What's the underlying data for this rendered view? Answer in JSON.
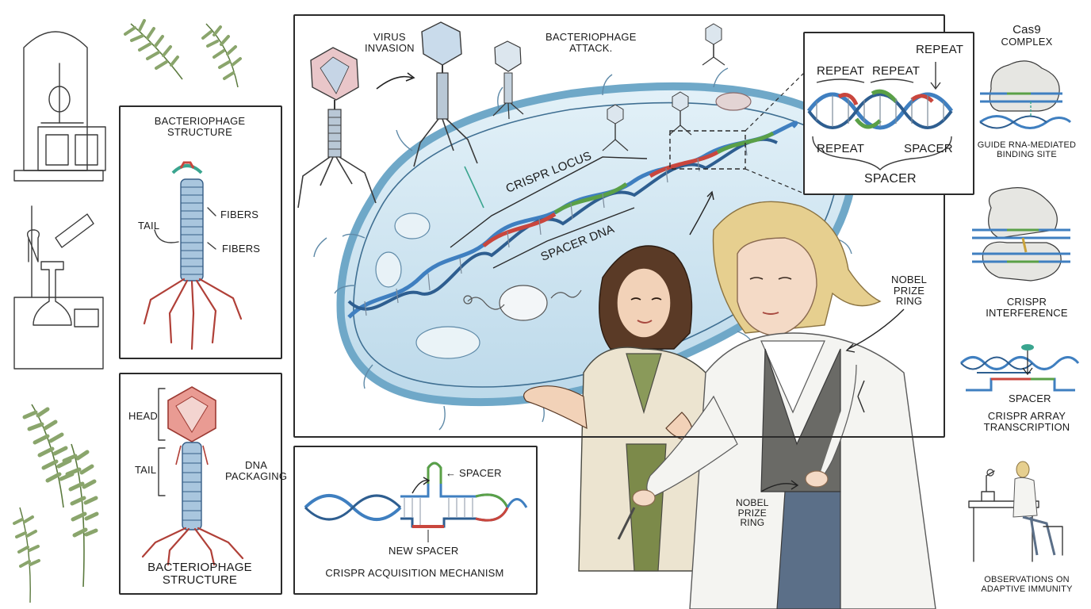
{
  "colors": {
    "helix_blue": "#3f7fc0",
    "helix_red": "#c9463d",
    "helix_green": "#5aa047",
    "cell_blue": "#cfe4f0",
    "cell_outline": "#6fa8c8",
    "phage_red": "#d95a50",
    "fern_green": "#8aa56c",
    "coat_white": "#f4f4f1",
    "coat_beige": "#ece4d0",
    "hair_blonde": "#e6cf8f",
    "hair_brown": "#5a3a26"
  },
  "icons": [
    "lab-flask-icon",
    "microscope-icon",
    "fern-icon",
    "bacteriophage-icon",
    "dna-helix-icon"
  ],
  "left_top_panel": {
    "title_line1": "BACTERIOPHAGE",
    "title_line2": "STRUCTURE",
    "tail": "TAIL",
    "fibers_1": "FIBERS",
    "fibers_2": "FIBERS"
  },
  "left_bottom_panel": {
    "head": "HEAD",
    "tail": "TAIL",
    "dna_line1": "DNA",
    "dna_line2": "PACKAGING",
    "title_line1": "BACTERIOPHAGE",
    "title_line2": "STRUCTURE"
  },
  "main_panel": {
    "virus_line1": "VIRUS",
    "virus_line2": "INVASION",
    "attack_line1": "BACTERIOPHAGE",
    "attack_line2": "ATTACK.",
    "crispr_locus": "CRISPR LOCUS",
    "spacer_dna": "SPACER DNA"
  },
  "inset_panel": {
    "repeat_1": "REPEAT",
    "repeat_2": "REPEAT",
    "repeat_3": "REPEAT",
    "repeat_4": "REPEAT",
    "spacer_small": "SPACER",
    "spacer_big": "SPACER"
  },
  "acquisition_panel": {
    "spacer": "← SPACER",
    "new_spacer": "NEW SPACER",
    "title": "CRISPR ACQUISITION MECHANISM"
  },
  "scientists": {
    "nobel_1_line1": "NOBEL",
    "nobel_1_line2": "PRIZE",
    "nobel_1_line3": "RING",
    "nobel_2_line1": "NOBEL",
    "nobel_2_line2": "PRIZE",
    "nobel_2_line3": "RING"
  },
  "right_column": {
    "cas9_line1": "Cas9",
    "cas9_line2": "COMPLEX",
    "guide_line1": "GUIDE RNA-MEDIATED",
    "guide_line2": "BINDING SITE",
    "interference_line1": "CRISPR",
    "interference_line2": "INTERFERENCE",
    "spacer": "SPACER",
    "array_line1": "CRISPR ARRAY",
    "array_line2": "TRANSCRIPTION",
    "obs_line1": "OBSERVATIONS ON",
    "obs_line2": "ADAPTIVE IMMUNITY"
  }
}
